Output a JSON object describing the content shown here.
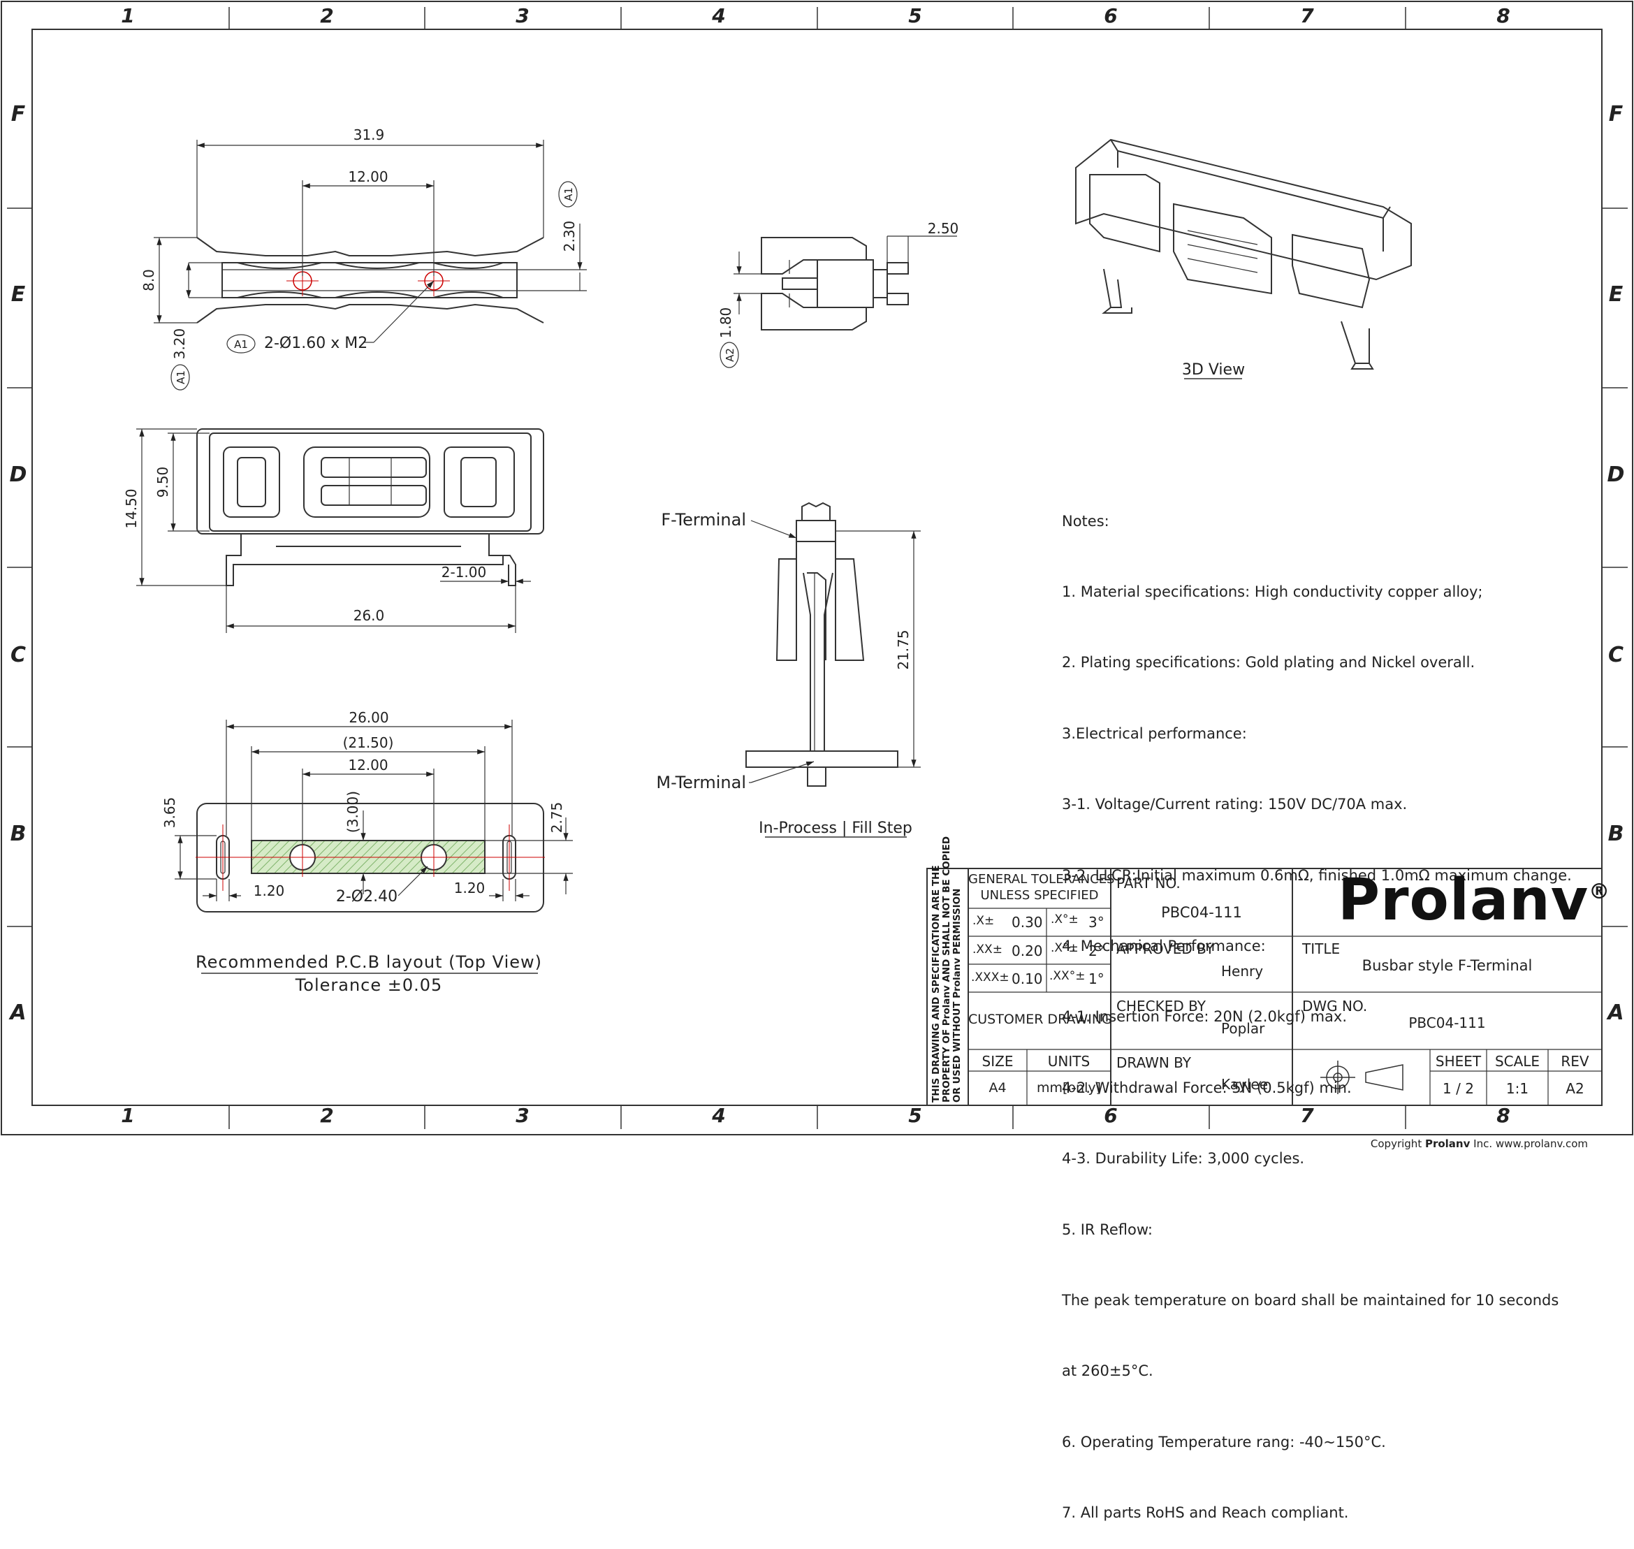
{
  "zones": {
    "cols": [
      "1",
      "2",
      "3",
      "4",
      "5",
      "6",
      "7",
      "8"
    ],
    "rows": [
      "F",
      "E",
      "D",
      "C",
      "B",
      "A"
    ]
  },
  "views": {
    "top": {
      "dims": [
        "31.9",
        "12.00",
        "2.30",
        "8.0",
        "3.20",
        "A1",
        "A1"
      ],
      "callout_tag": "A1",
      "callout_text": "2-Ø1.60 x M2"
    },
    "side": {
      "dims": [
        "2.50",
        "1.80",
        "A2"
      ]
    },
    "front": {
      "dims": [
        "14.50",
        "9.50",
        "2-1.00",
        "26.0"
      ]
    },
    "section": {
      "f_label": "F-Terminal",
      "m_label": "M-Terminal",
      "dim": "21.75",
      "caption": "In-Process | Fill Step"
    },
    "pcb": {
      "dims": [
        "26.00",
        "(21.50)",
        "12.00",
        "3.65",
        "(3.00)",
        "2.75",
        "1.20",
        "1.20"
      ],
      "hole_label": "2-Ø2.40",
      "caption": "Recommended P.C.B layout (Top View)",
      "tolerance": "Tolerance ±0.05"
    },
    "iso": {
      "caption": "3D View"
    }
  },
  "notes": [
    "Notes:",
    "1. Material specifications: High conductivity copper alloy;",
    "2. Plating specifications:  Gold plating and Nickel overall.",
    "3.Electrical performance:",
    "  3-1.  Voltage/Current rating: 150V DC/70A max.",
    "  3-2.  LLCR:Initial maximum 0.6mΩ, finished 1.0mΩ maximum change.",
    "4. Mechanical Performance:",
    "  4-1. Insertion Force: 20N (2.0kgf) max.",
    "  4-2. Withdrawal Force: 5N (0.5kgf) min.",
    "  4-3. Durability Life: 3,000 cycles.",
    "5. IR Reflow:",
    "    The peak temperature on board shall be maintained for 10 seconds",
    "    at 260±5°C.",
    "6. Operating Temperature rang: -40~150°C.",
    "7. All parts RoHS and Reach compliant."
  ],
  "titleblock": {
    "confidential": [
      "THIS DRAWING AND SPECIFICATION ARE THE",
      "PROPERTY OF Prolanv AND SHALL NOT BE COPIED",
      "OR USED WITHOUT Prolanv PERMISSION"
    ],
    "tolerance_head_1": "GENERAL TOLERANCES",
    "tolerance_head_2": "UNLESS  SPECIFIED",
    "tol": [
      {
        "k1": ".X±",
        "v1": "0.30",
        "k2": ".X°±",
        "v2": "3°"
      },
      {
        "k1": ".XX±",
        "v1": "0.20",
        "k2": ".X°±",
        "v2": "2°"
      },
      {
        "k1": ".XXX±",
        "v1": "0.10",
        "k2": ".XX°±",
        "v2": "1°"
      }
    ],
    "customer_drawing": "CUSTOMER DRAWING",
    "size_label": "SIZE",
    "size": "A4",
    "units_label": "UNITS",
    "units": "mm[only]",
    "part_no_label": "PART NO.",
    "part_no": "PBC04-111",
    "approved_label": "APPROVED BY",
    "approved": "Henry",
    "checked_label": "CHECKED BY",
    "checked": "Poplar",
    "drawn_label": "DRAWN BY",
    "drawn": "Kaylee",
    "brand": "Prolanv",
    "brand_mark": "®",
    "title_label": "TITLE",
    "title": "Busbar style F-Terminal",
    "dwg_label": "DWG NO.",
    "dwg": "PBC04-111",
    "sheet_label": "SHEET",
    "sheet": "1 / 2",
    "scale_label": "SCALE",
    "scale": "1:1",
    "rev_label": "REV",
    "rev": "A2"
  },
  "copyright": {
    "prefix": "Copyright ",
    "brand": "Prolanv",
    "suffix": " Inc. www.prolanv.com"
  }
}
